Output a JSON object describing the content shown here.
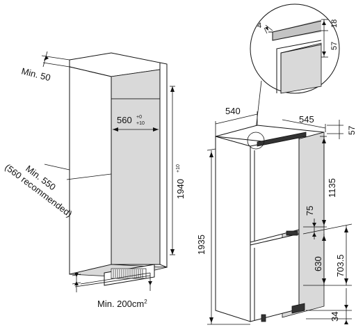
{
  "left_niche": {
    "top_gap": "Min. 50",
    "niche_width": "560",
    "niche_width_tol_upper": "+0",
    "niche_width_tol_lower": "+10",
    "niche_height": "1940",
    "niche_height_tol": "+10",
    "depth_min": "Min. 550",
    "depth_recommended": "(560 recommended)",
    "vent_area": "Min. 200cm",
    "vent_area_sup": "2"
  },
  "detail": {
    "gap": "4",
    "top_offset": "18",
    "height": "57"
  },
  "appliance": {
    "width": "540",
    "depth": "545",
    "top_offset": "57",
    "total_height": "1935",
    "upper_section": "1135",
    "hinge_gap": "75",
    "lower_door": "630",
    "lower_section": "703.5",
    "feet": "34"
  }
}
